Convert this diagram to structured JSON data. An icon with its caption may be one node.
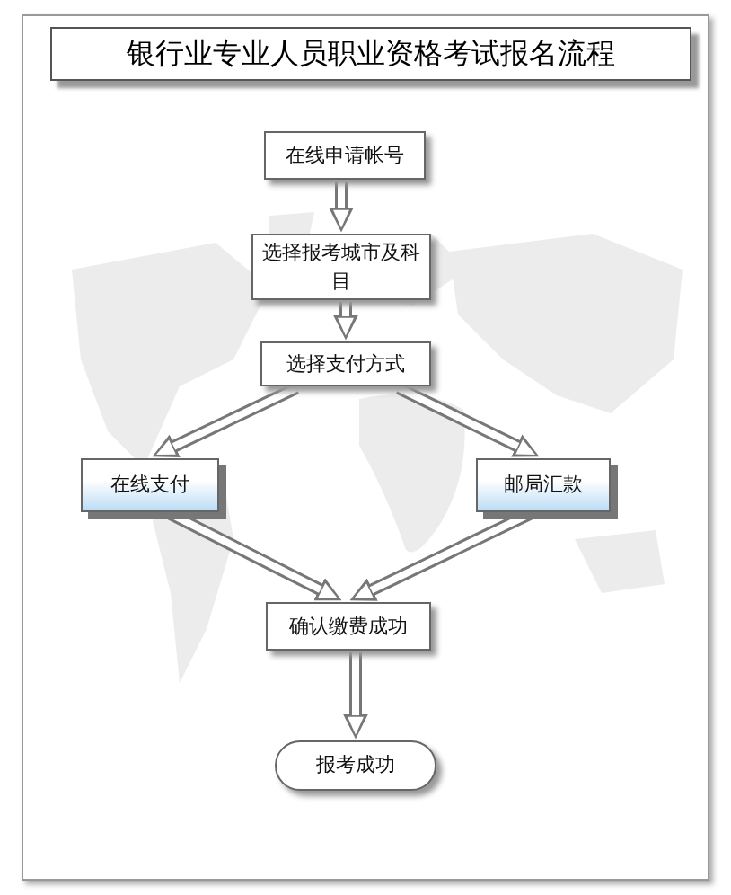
{
  "diagram": {
    "title": "银行业专业人员职业资格考试报名流程",
    "nodes": [
      {
        "text": [
          "在线申请帐号"
        ]
      },
      {
        "text": [
          "选择报考城市及科目"
        ]
      },
      {
        "text": [
          "选择支付方式"
        ]
      },
      {
        "text": [
          "在线支付"
        ]
      },
      {
        "text": [
          "邮局汇款"
        ]
      },
      {
        "text": [
          "确认缴费成功"
        ]
      },
      {
        "text": [
          "报考成功"
        ]
      }
    ],
    "edges": [
      {
        "from": 0,
        "to": 1,
        "arrow": "to"
      },
      {
        "from": 1,
        "to": 2,
        "arrow": "to"
      },
      {
        "from": 2,
        "to": 3,
        "arrow": "to"
      },
      {
        "from": 2,
        "to": 4,
        "arrow": "to"
      },
      {
        "from": 3,
        "to": 5,
        "arrow": "to"
      },
      {
        "from": 4,
        "to": 5,
        "arrow": "to"
      },
      {
        "from": 5,
        "to": 6,
        "arrow": "to"
      }
    ]
  }
}
